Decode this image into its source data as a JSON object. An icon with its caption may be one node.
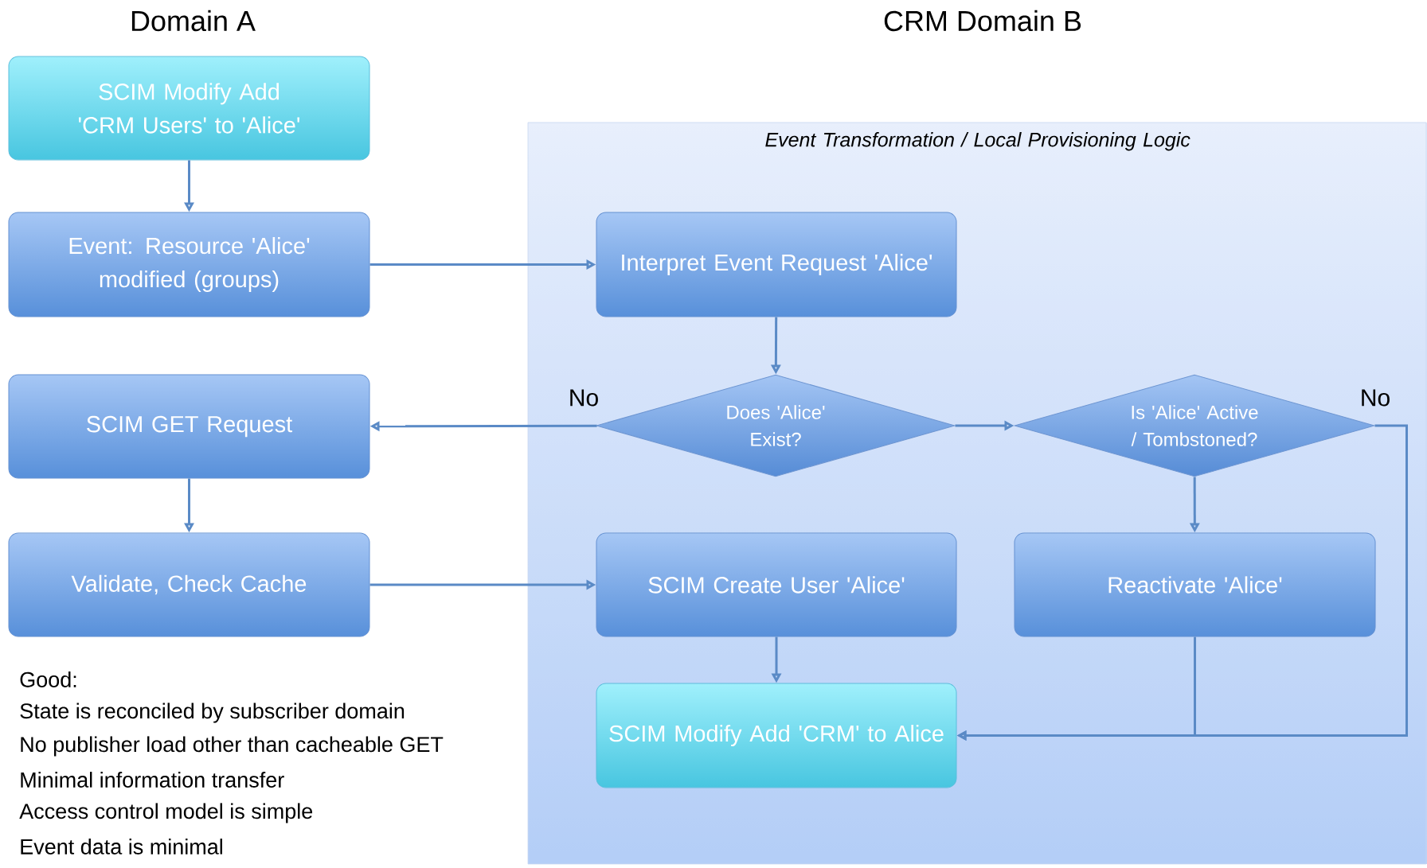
{
  "diagram": {
    "nodes": [
      {
        "text": [
          "SCIM Modify Add 'CRM Users' to 'Alice'"
        ]
      },
      {
        "text": [
          "Event: Resource 'Alice' modified (groups)"
        ]
      },
      {
        "text": [
          "SCIM GET Request"
        ]
      },
      {
        "text": [
          "Validate, Check Cache"
        ]
      },
      {
        "text": [
          "Event Transformation / Local Provisioning Logic"
        ]
      },
      {
        "text": [
          "Interpret Event Request 'Alice'"
        ],
        "in": 4
      },
      {
        "text": [
          "Does 'Alice' Exist?"
        ],
        "in": 4
      },
      {
        "text": [
          "Is 'Alice' Active / Tombstoned?"
        ],
        "in": 4
      },
      {
        "text": [
          "SCIM Create User 'Alice'"
        ],
        "in": 4
      },
      {
        "text": [
          "Reactivate 'Alice'"
        ],
        "in": 4
      },
      {
        "text": [
          "SCIM Modify Add 'CRM' to Alice"
        ],
        "in": 4
      }
    ],
    "edges": [
      {
        "from": 0,
        "to": 1,
        "arrow": "to"
      },
      {
        "from": 1,
        "to": 5,
        "arrow": "to"
      },
      {
        "from": 5,
        "to": 6,
        "arrow": "to"
      },
      {
        "from": 6,
        "to": 2,
        "arrow": "to",
        "label": "No"
      },
      {
        "from": 6,
        "to": 7,
        "arrow": "to"
      },
      {
        "from": 7,
        "to": 9,
        "arrow": "to"
      },
      {
        "from": 7,
        "to": 10,
        "arrow": "to",
        "label": "No"
      },
      {
        "from": 2,
        "to": 3,
        "arrow": "to"
      },
      {
        "from": 3,
        "to": 8,
        "arrow": "to"
      },
      {
        "from": 8,
        "to": 10,
        "arrow": "to"
      },
      {
        "from": 9,
        "to": 10,
        "arrow": "to"
      }
    ],
    "labels": [
      "Domain A",
      "CRM Domain B",
      "Good:",
      "State is reconciled by subscriber domain",
      "No publisher load other than cacheable GET",
      "Minimal information transfer",
      "Access control model is simple",
      "Event data is minimal"
    ]
  }
}
